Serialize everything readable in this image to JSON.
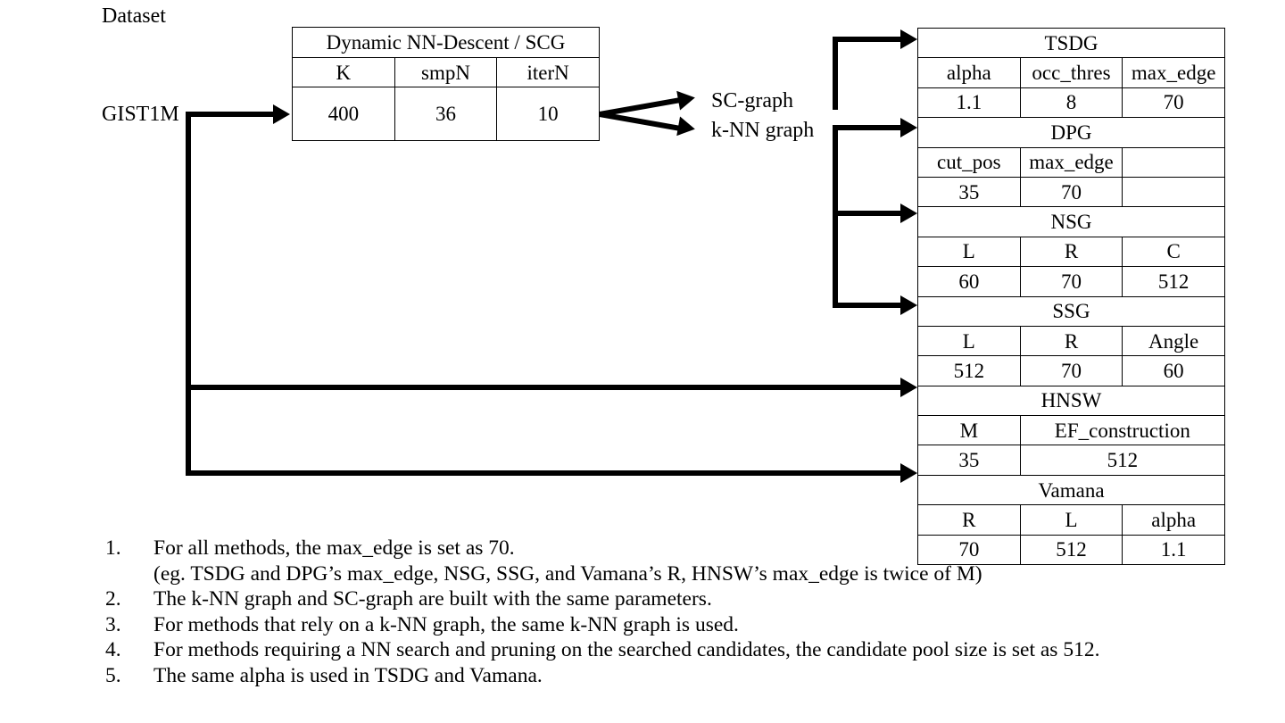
{
  "labels": {
    "dataset_header": "Dataset",
    "dataset_name": "GIST1M",
    "sc_graph": "SC-graph",
    "knn_graph": "k-NN graph"
  },
  "build_table": {
    "title": "Dynamic NN-Descent / SCG",
    "headers": [
      "K",
      "smpN",
      "iterN"
    ],
    "values": [
      "400",
      "36",
      "10"
    ]
  },
  "method_tables": [
    {
      "name": "TSDG",
      "headers": [
        "alpha",
        "occ_thres",
        "max_edge"
      ],
      "values": [
        "1.1",
        "8",
        "70"
      ]
    },
    {
      "name": "DPG",
      "headers": [
        "cut_pos",
        "max_edge",
        ""
      ],
      "values": [
        "35",
        "70",
        ""
      ]
    },
    {
      "name": "NSG",
      "headers": [
        "L",
        "R",
        "C"
      ],
      "values": [
        "60",
        "70",
        "512"
      ]
    },
    {
      "name": "SSG",
      "headers": [
        "L",
        "R",
        "Angle"
      ],
      "values": [
        "512",
        "70",
        "60"
      ]
    },
    {
      "name": "HNSW",
      "headers": [
        "M",
        "EF_construction"
      ],
      "values": [
        "35",
        "512"
      ]
    },
    {
      "name": "Vamana",
      "headers": [
        "R",
        "L",
        "alpha"
      ],
      "values": [
        "70",
        "512",
        "1.1"
      ]
    }
  ],
  "notes": [
    {
      "number": "1.",
      "text": "For all methods, the max_edge is set as 70.",
      "sub": "(eg. TSDG and DPG’s max_edge, NSG, SSG, and Vamana’s R, HNSW’s max_edge is twice of M)"
    },
    {
      "number": "2.",
      "text": "The k-NN graph and SC-graph are built with the same parameters.",
      "sub": ""
    },
    {
      "number": "3.",
      "text": "For methods that rely on a k-NN graph, the same k-NN graph is used.",
      "sub": ""
    },
    {
      "number": "4.",
      "text": "For methods requiring a NN search and pruning on the searched candidates, the candidate pool size is set as 512.",
      "sub": ""
    },
    {
      "number": "5.",
      "text": "The same alpha is used in TSDG and Vamana.",
      "sub": ""
    }
  ],
  "colors": {
    "line": "#000000",
    "background": "#ffffff"
  }
}
